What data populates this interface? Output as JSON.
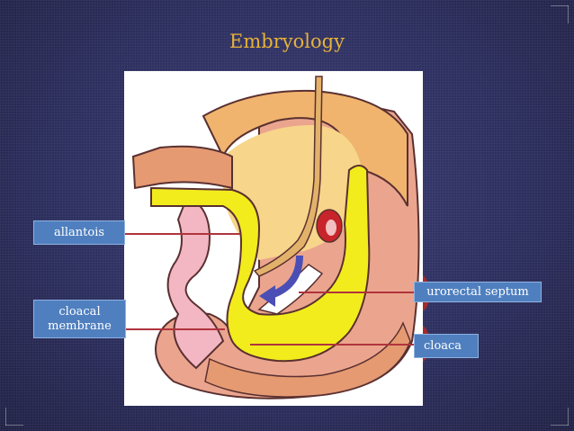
{
  "slide": {
    "title": "Embryology",
    "title_color": "#e7b23a",
    "background_color": "#2d2f5f"
  },
  "labels": {
    "allantois": "allantois",
    "cloacal_membrane_line1": "cloacal",
    "cloacal_membrane_line2": "membrane",
    "urorectal_septum": "urorectal septum",
    "cloaca": "cloaca"
  },
  "colors": {
    "label_box": "#4f7fbf",
    "pointer": "#b0343d",
    "yellow_structure": "#f2ec1c",
    "orange_wall": "#f0b46e",
    "salmon_wall": "#eba58e",
    "arrow": "#4b4fb5"
  }
}
